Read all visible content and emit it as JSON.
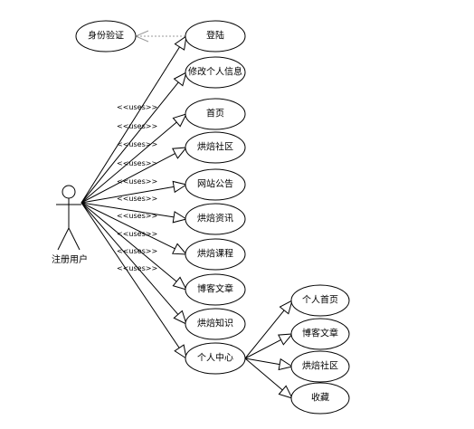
{
  "actor": {
    "label": "注册用户"
  },
  "external": {
    "label": "身份验证"
  },
  "use_cases": [
    {
      "id": "login",
      "label": "登陆"
    },
    {
      "id": "edit",
      "label": "修改个人信息"
    },
    {
      "id": "home",
      "label": "首页"
    },
    {
      "id": "community",
      "label": "烘焙社区"
    },
    {
      "id": "notice",
      "label": "网站公告"
    },
    {
      "id": "news",
      "label": "烘焙资讯"
    },
    {
      "id": "course",
      "label": "烘焙课程"
    },
    {
      "id": "blog",
      "label": "博客文章"
    },
    {
      "id": "knowledge",
      "label": "烘焙知识"
    },
    {
      "id": "center",
      "label": "个人中心"
    }
  ],
  "sub_cases": [
    {
      "id": "my_home",
      "label": "个人首页"
    },
    {
      "id": "my_blog",
      "label": "博客文章"
    },
    {
      "id": "my_community",
      "label": "烘焙社区"
    },
    {
      "id": "favorite",
      "label": "收藏"
    }
  ],
  "stereotypes": [
    "<<uses>>",
    "<<uses>>",
    "<<uses>>",
    "<<uses>>",
    "<<uses>>",
    "<<uses>>",
    "<<uses>>",
    "<<uses>>",
    "<<uses>>",
    "<<uses>>"
  ]
}
